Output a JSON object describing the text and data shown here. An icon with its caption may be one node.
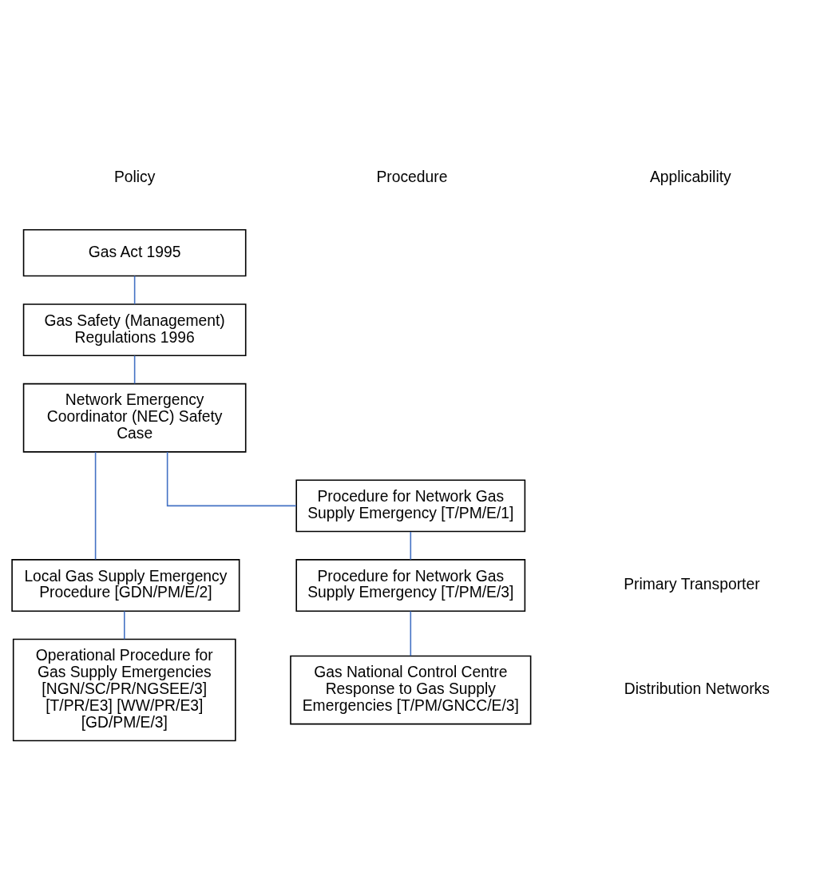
{
  "diagram": {
    "nodes": [
      {
        "text": [
          "Gas Act 1995"
        ]
      },
      {
        "text": [
          "Gas Safety (Management) Regulations 1996"
        ]
      },
      {
        "text": [
          "Network Emergency Coordinator (NEC) Safety Case"
        ]
      },
      {
        "text": [
          "Procedure for Network Gas Supply Emergency [T/PM/E/1]"
        ]
      },
      {
        "text": [
          "Procedure for Network Gas Supply Emergency [T/PM/E/3]"
        ]
      },
      {
        "text": [
          "Gas National Control Centre Response to Gas Supply Emergencies [T/PM/GNCC/E/3]"
        ]
      },
      {
        "text": [
          "Local Gas Supply Emergency Procedure [GDN/PM/E/2]"
        ]
      },
      {
        "text": [
          "Operational Procedure for Gas Supply Emergencies [NGN/SC/PR/NGSEE/3] [T/PR/E3] [WW/PR/E3] [GD/PM/E/3]"
        ]
      }
    ],
    "edges": [
      {
        "from": 0,
        "to": 1,
        "arrow": "none"
      },
      {
        "from": 1,
        "to": 2,
        "arrow": "none"
      },
      {
        "from": 2,
        "to": 3,
        "arrow": "none"
      },
      {
        "from": 3,
        "to": 4,
        "arrow": "none"
      },
      {
        "from": 4,
        "to": 5,
        "arrow": "none"
      },
      {
        "from": 2,
        "to": 6,
        "arrow": "none"
      },
      {
        "from": 6,
        "to": 7,
        "arrow": "none"
      }
    ],
    "labels": [
      "Policy",
      "Procedure",
      "Applicability",
      "Primary Transporter",
      "Distribution Networks"
    ]
  }
}
